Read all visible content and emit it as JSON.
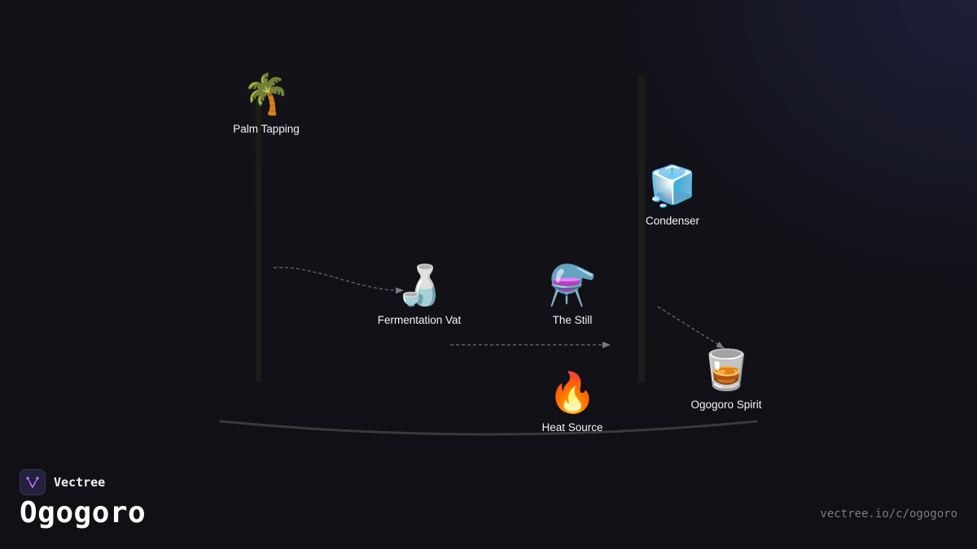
{
  "brand": {
    "name": "Vectree",
    "logo_icon": "vectree-logo-icon",
    "accent": "#a855f7"
  },
  "page": {
    "title": "Ogogoro",
    "url": "vectree.io/c/ogogoro"
  },
  "nodes": {
    "palm": {
      "emoji": "🌴",
      "label": "Palm Tapping",
      "icon": "palm-tree-icon"
    },
    "condenser": {
      "emoji": "🧊",
      "label": "Condenser",
      "icon": "ice-cube-icon"
    },
    "vat": {
      "emoji": "🍶",
      "label": "Fermentation Vat",
      "icon": "sake-bottle-icon"
    },
    "still": {
      "emoji": "⚗️",
      "label": "The Still",
      "icon": "alembic-icon"
    },
    "spirit": {
      "emoji": "🥃",
      "label": "Ogogoro Spirit",
      "icon": "tumbler-glass-icon"
    },
    "heat": {
      "emoji": "🔥",
      "label": "Heat Source",
      "icon": "fire-icon"
    }
  },
  "edges": [
    {
      "from": "Palm Tapping",
      "to": "Fermentation Vat",
      "style": "dashed"
    },
    {
      "from": "Fermentation Vat",
      "to": "The Still",
      "style": "dashed"
    },
    {
      "from": "Condenser",
      "to": "Ogogoro Spirit",
      "style": "dashed"
    }
  ],
  "colors": {
    "background": "#111116",
    "edge": "#6f6f78",
    "post": "#1d1d1a",
    "base_curve": "#3a3a3a"
  }
}
